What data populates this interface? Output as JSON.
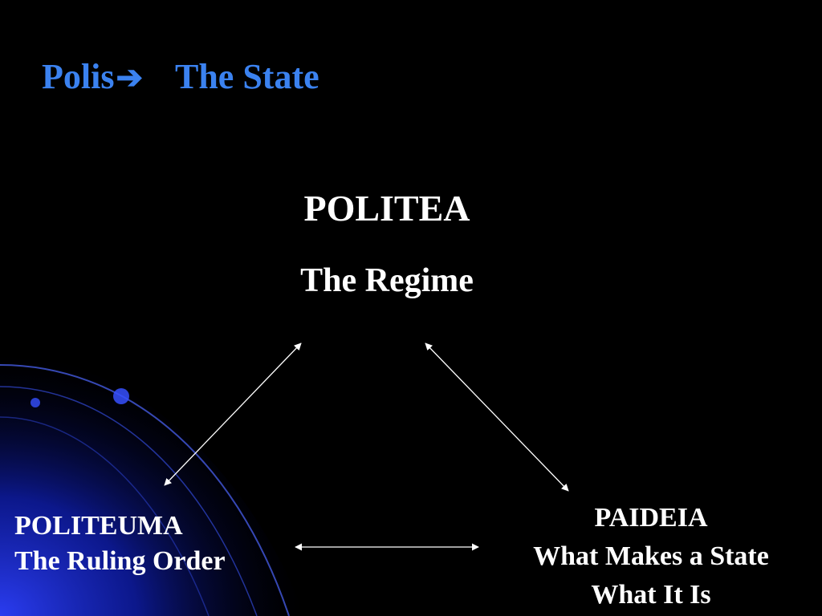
{
  "slide": {
    "title_left": "Polis",
    "title_arrow": "➔",
    "title_right": "The State"
  },
  "nodes": {
    "top": {
      "heading": "POLITEA",
      "subheading": "The Regime"
    },
    "left": {
      "heading": "POLITEUMA",
      "subheading": "The Ruling Order"
    },
    "right": {
      "heading": "PAIDEIA",
      "line2": "What Makes a State",
      "line3": "What It Is"
    }
  },
  "colors": {
    "background": "#000000",
    "title": "#3b82f0",
    "text": "#ffffff",
    "decor_blue": "#1a2fd0"
  }
}
